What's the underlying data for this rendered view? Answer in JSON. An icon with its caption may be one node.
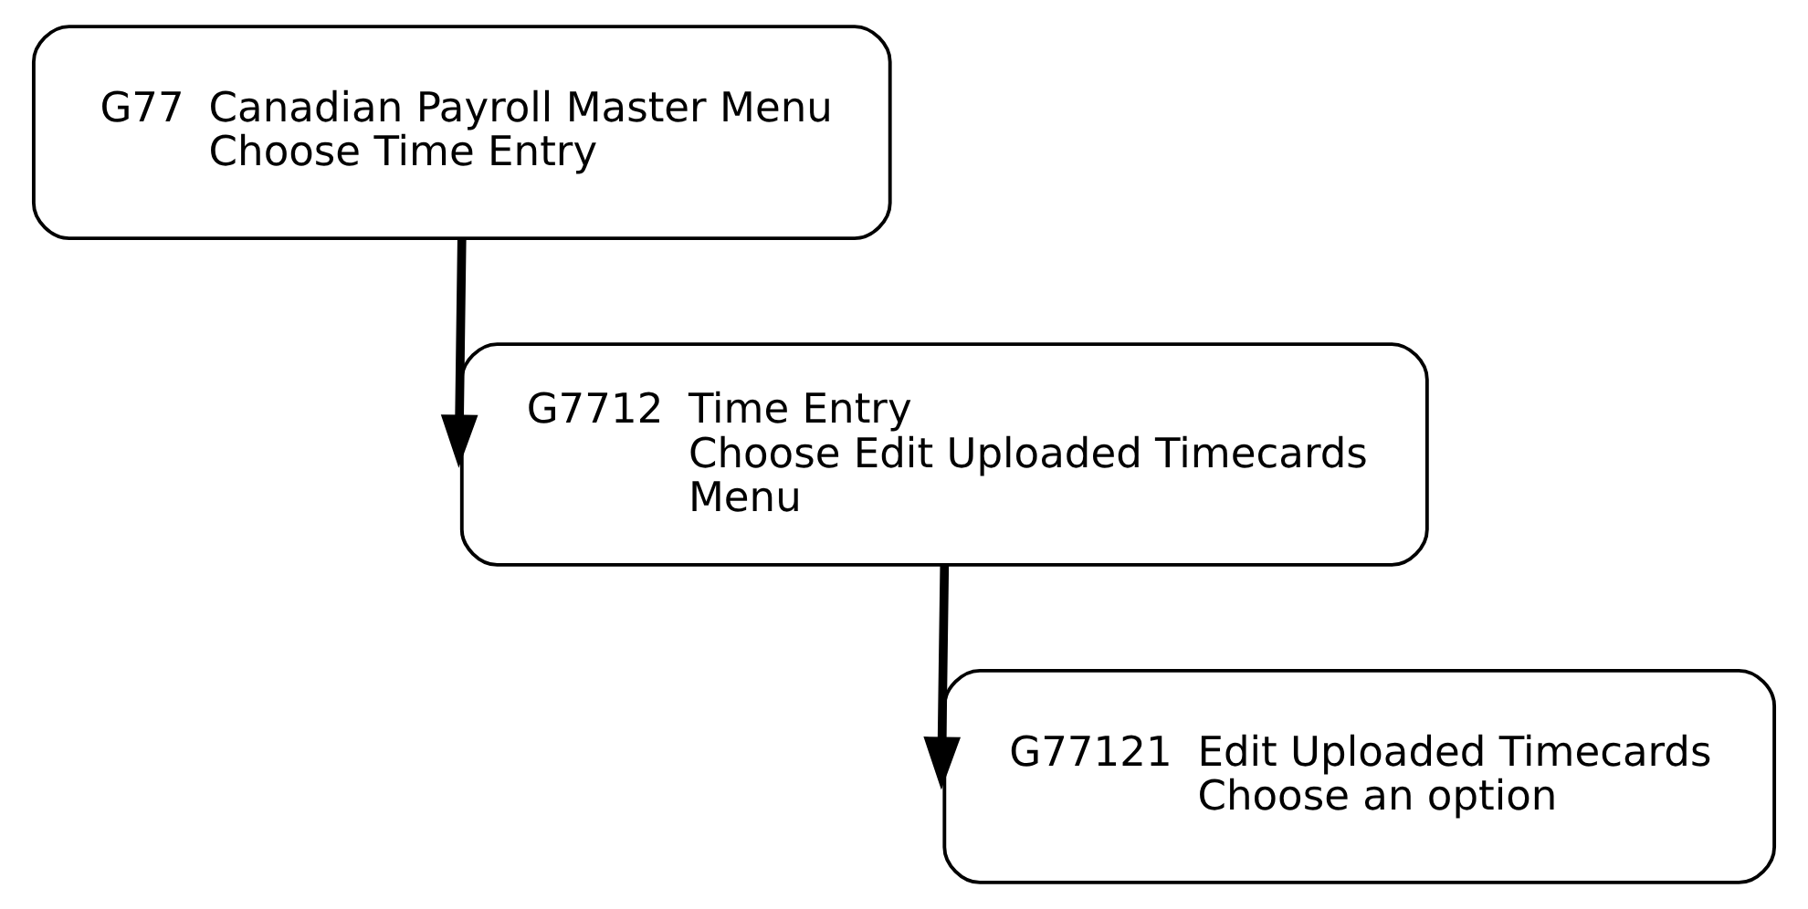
{
  "diagram": {
    "nodes": [
      {
        "text": [
          "G77",
          "Canadian Payroll Master Menu",
          "Choose Time Entry"
        ]
      },
      {
        "text": [
          "G7712",
          "Time Entry",
          "Choose Edit Uploaded Timecards Menu"
        ]
      },
      {
        "text": [
          "G77121",
          "Edit Uploaded Timecards",
          "Choose an option"
        ]
      }
    ],
    "edges": [
      {
        "from": 0,
        "to": 1,
        "arrow": "to"
      },
      {
        "from": 1,
        "to": 2,
        "arrow": "to"
      }
    ]
  }
}
